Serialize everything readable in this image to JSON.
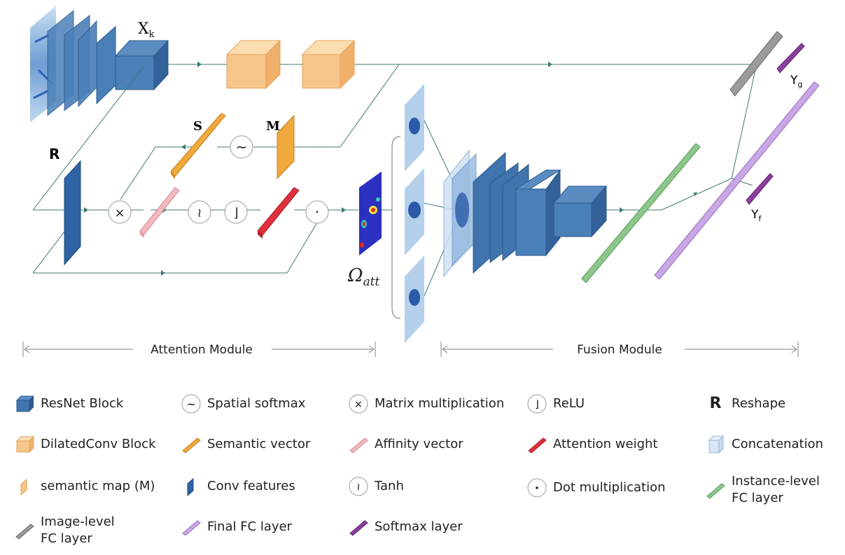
{
  "diagram": {
    "labels": {
      "xk": "X",
      "xk_sub": "k",
      "r": "R",
      "s": "S",
      "m": "M",
      "omega": "Ω",
      "omega_sub": "att",
      "yg": "Y",
      "yg_sub": "g",
      "yf": "Y",
      "yf_sub": "f"
    },
    "operators": {
      "softmax": "~",
      "matmul": "×",
      "tanh": "≀",
      "relu": "⌋",
      "dot": "·"
    },
    "modules": {
      "attention": "Attention Module",
      "fusion": "Fusion Module"
    }
  },
  "legend": {
    "items": [
      {
        "key": "resnet",
        "label": "ResNet Block"
      },
      {
        "key": "spatial_softmax",
        "label": "Spatial softmax"
      },
      {
        "key": "matrix_mult",
        "label": "Matrix multiplication"
      },
      {
        "key": "relu",
        "label": "ReLU"
      },
      {
        "key": "reshape",
        "label": "Reshape"
      },
      {
        "key": "dilated",
        "label": "DilatedConv Block"
      },
      {
        "key": "semantic_vector",
        "label": "Semantic vector"
      },
      {
        "key": "affinity_vector",
        "label": "Affinity vector"
      },
      {
        "key": "attention_weight",
        "label": "Attention weight"
      },
      {
        "key": "concatenation",
        "label": "Concatenation"
      },
      {
        "key": "semantic_map",
        "label": "semantic map (M)"
      },
      {
        "key": "conv_features",
        "label": "Conv features"
      },
      {
        "key": "tanh",
        "label": "Tanh"
      },
      {
        "key": "dot_mult",
        "label": "Dot multiplication"
      },
      {
        "key": "instance_fc",
        "label": "Instance-level\nFC layer"
      },
      {
        "key": "image_fc",
        "label": "Image-level\nFC layer"
      },
      {
        "key": "final_fc",
        "label": "Final FC layer"
      },
      {
        "key": "softmax_layer",
        "label": "Softmax layer"
      }
    ],
    "reshape_symbol": "R"
  },
  "colors": {
    "resnet": "#3f74ad",
    "dilated": "#f6c589",
    "semantic": "#f0a93c",
    "affinity": "#f3b8c0",
    "attention": "#e0303e",
    "instance_fc": "#8cc68b",
    "image_fc": "#9b9b9b",
    "final_fc": "#c9a6e6",
    "softmax": "#8c3f9e",
    "line": "#3e7a70"
  }
}
